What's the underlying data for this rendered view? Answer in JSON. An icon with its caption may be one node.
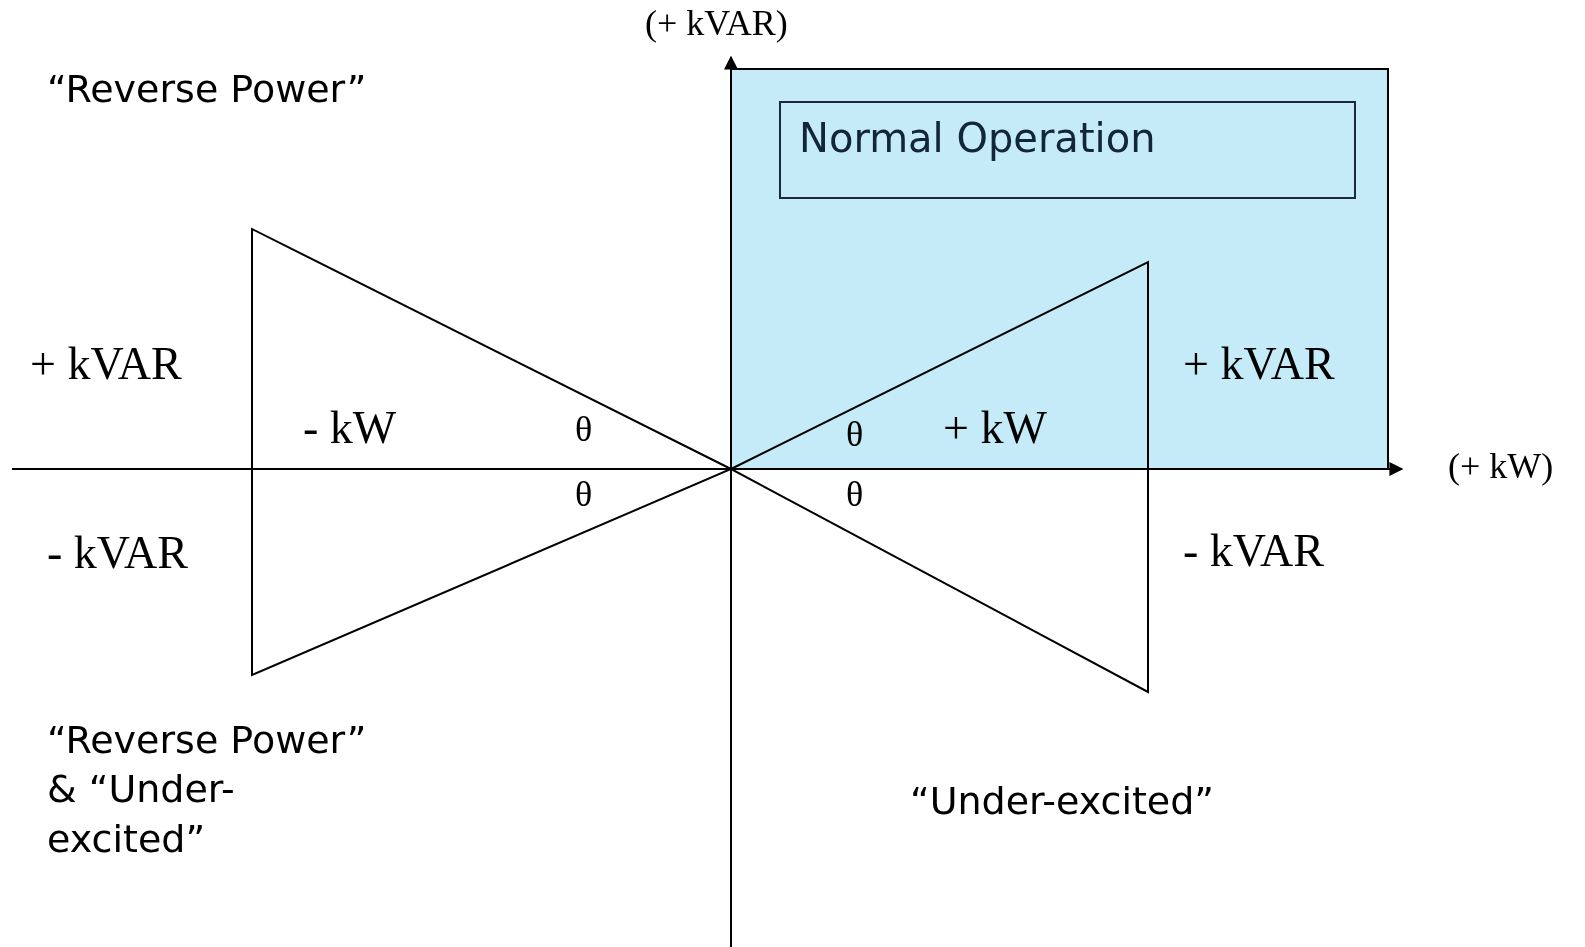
{
  "diagram": {
    "nodes": [
      {
        "text": [
          "Normal Operation"
        ]
      }
    ],
    "edges": [],
    "labels": [
      "(+ kVAR)",
      "“Reverse Power”",
      "+ kVAR",
      "+ kVAR",
      "- kW",
      "θ",
      "θ",
      "+ kW",
      "(+ kW)",
      "θ",
      "θ",
      "- kVAR",
      "- kVAR",
      "“Reverse Power” & “Under-excited”",
      "“Under-excited”"
    ]
  }
}
